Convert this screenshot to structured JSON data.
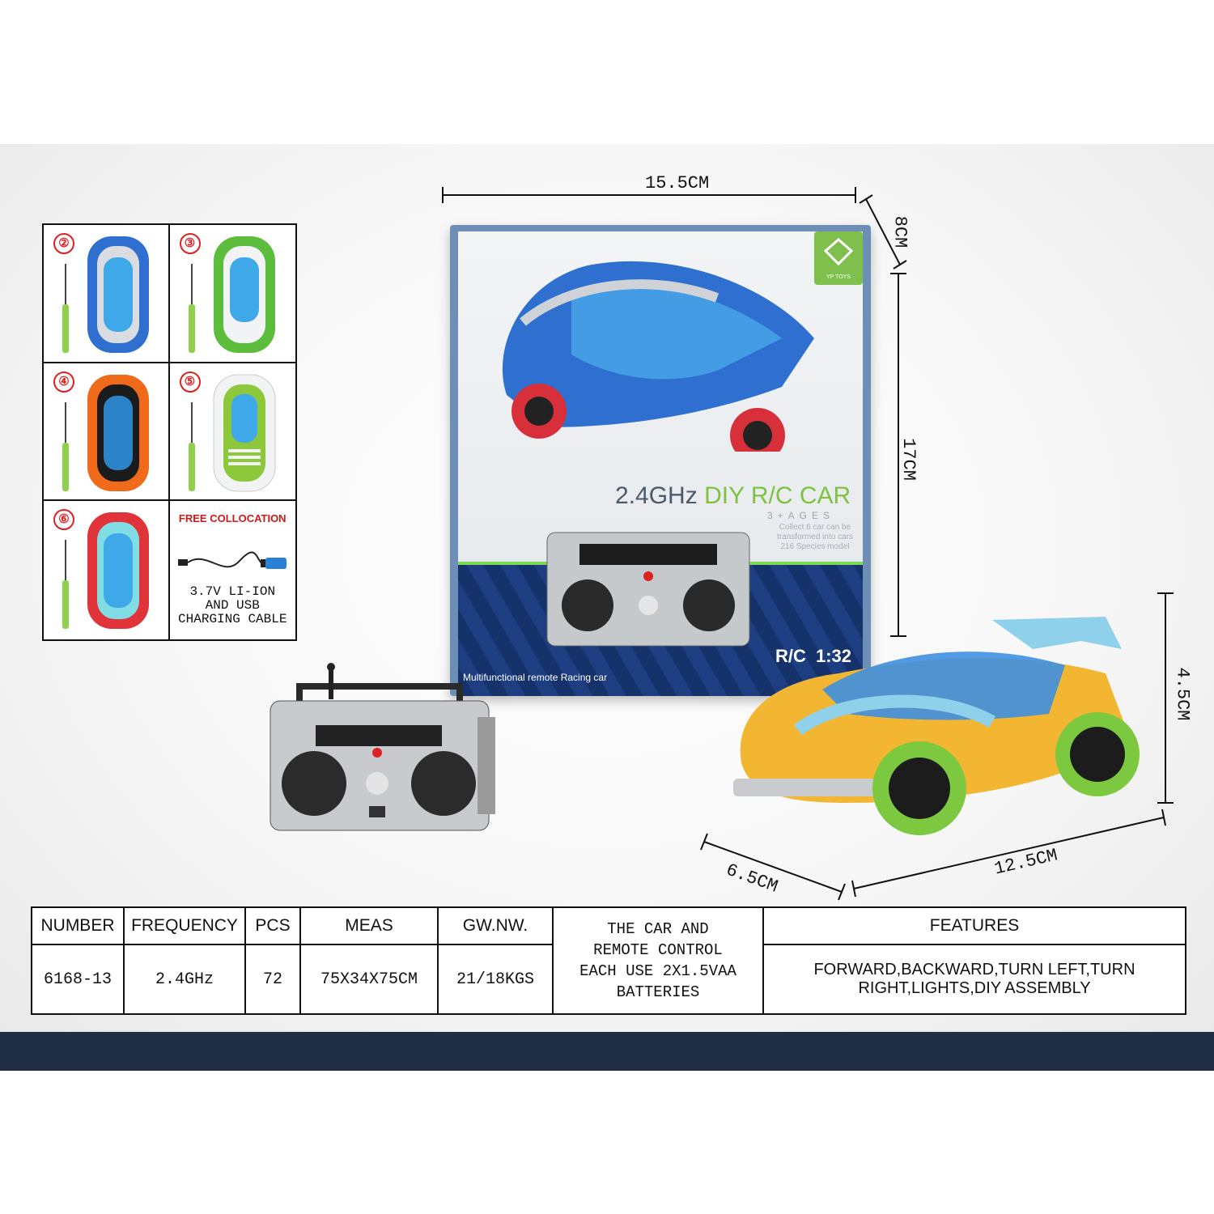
{
  "variants": [
    {
      "number": "②",
      "color": "#2f6fd0",
      "trim": "#d9dde2"
    },
    {
      "number": "③",
      "color": "#5cbd3c",
      "trim": "#f1f3f5"
    },
    {
      "number": "④",
      "color": "#f06a1c",
      "trim": "#1b1b1b"
    },
    {
      "number": "⑤",
      "color": "#f2f3f4",
      "trim": "#8cc83a"
    },
    {
      "number": "⑥",
      "color": "#e0333a",
      "trim": "#7fdde3"
    }
  ],
  "free_collocation": {
    "title": "FREE COLLOCATION",
    "description": "3.7V LI-ION\nAND USB\nCHARGING CABLE"
  },
  "dimensions": {
    "box_width": "15.5CM",
    "box_depth": "8CM",
    "box_height": "17CM",
    "car_height": "4.5CM",
    "car_width": "6.5CM",
    "car_length": "12.5CM"
  },
  "package": {
    "title_main": "2.4GHz",
    "title_accent": "DIY R/C CAR",
    "ages": "3+AGES",
    "collect_text": "Collect 6 car can be transformed into cars 216 Species model",
    "tagline": "Multifunctional remote Racing car",
    "rc_label": "R/C",
    "scale": "1:32",
    "brand": "YP TOYS"
  },
  "spec_table": {
    "headers": {
      "number": "NUMBER",
      "frequency": "FREQUENCY",
      "pcs": "PCS",
      "meas": "MEAS",
      "gw_nw": "GW.NW.",
      "features": "FEATURES"
    },
    "battery_note": "THE CAR AND\nREMOTE CONTROL\nEACH USE 2X1.5VAA\nBATTERIES",
    "row": {
      "number": "6168-13",
      "frequency": "2.4GHz",
      "pcs": "72",
      "meas": "75X34X75CM",
      "gw_nw": "21/18KGS",
      "features": "FORWARD,BACKWARD,TURN LEFT,TURN RIGHT,LIGHTS,DIY ASSEMBLY"
    }
  },
  "colors": {
    "footer_bar": "#1f2e45",
    "badge_red": "#e02020",
    "main_car_body": "#f2b632",
    "main_car_trim": "#8fd0ea",
    "wheel_rim": "#7cc940"
  }
}
